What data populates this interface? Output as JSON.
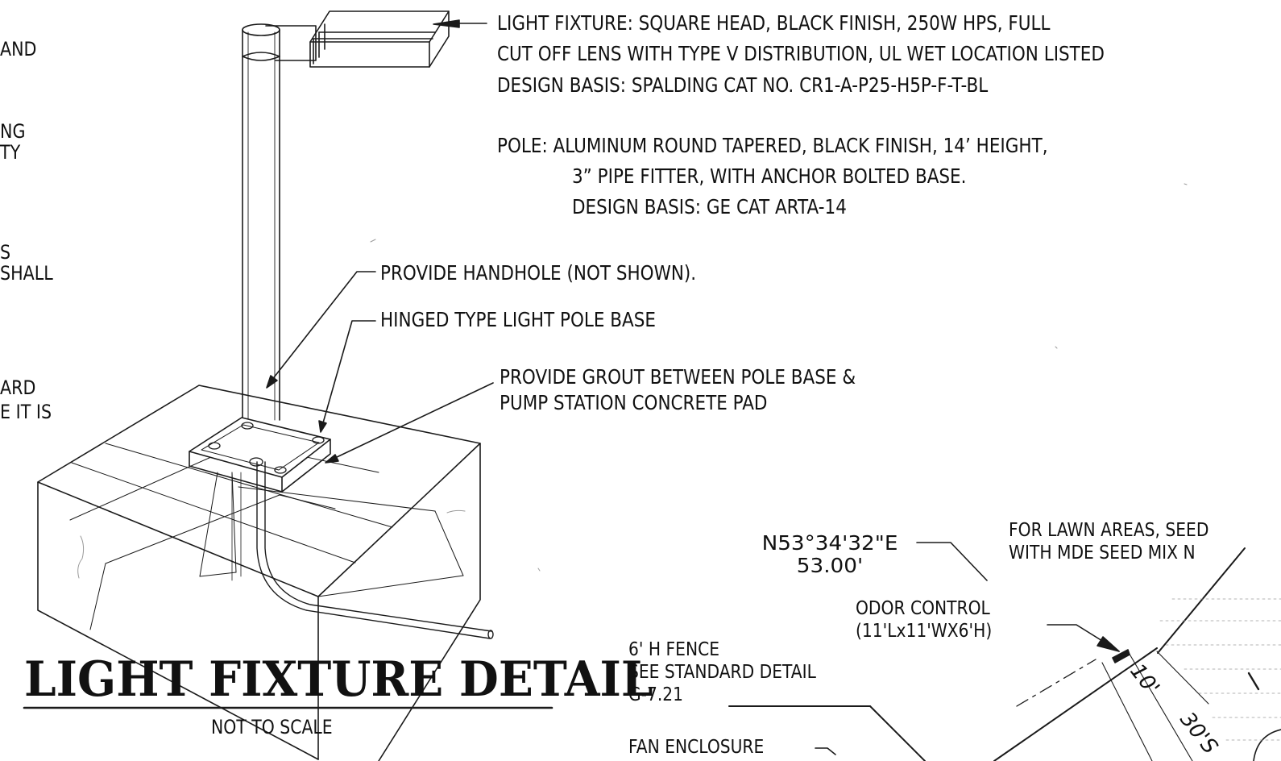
{
  "left_margin_fragments": [
    "AND",
    "NG",
    "TY",
    "S",
    "SHALL",
    "ARD",
    "E IT IS"
  ],
  "notes": {
    "fixture_line1": "LIGHT FIXTURE: SQUARE HEAD, BLACK FINISH, 250W HPS, FULL",
    "fixture_line2": "CUT OFF LENS WITH TYPE V DISTRIBUTION, UL WET LOCATION LISTED",
    "fixture_line3": "DESIGN BASIS: SPALDING CAT NO. CR1-A-P25-H5P-F-T-BL",
    "pole_line1": "POLE: ALUMINUM ROUND TAPERED, BLACK FINISH, 14’ HEIGHT,",
    "pole_line2": "3” PIPE FITTER, WITH ANCHOR BOLTED BASE.",
    "pole_line3": "DESIGN BASIS: GE CAT ARTA-14",
    "handhole": "PROVIDE HANDHOLE (NOT SHOWN).",
    "hinged_base": "HINGED TYPE LIGHT POLE BASE",
    "grout_line1": "PROVIDE GROUT BETWEEN POLE BASE &",
    "grout_line2": "PUMP STATION CONCRETE PAD"
  },
  "detail": {
    "title": "LIGHT FIXTURE DETAIL",
    "scale_note": "NOT TO SCALE"
  },
  "site_plan": {
    "bearing": "N53°34'32\"E",
    "distance": "53.00'",
    "lawn_line1": "FOR LAWN AREAS, SEED",
    "lawn_line2": "WITH MDE SEED MIX N",
    "odor_line1": "ODOR CONTROL",
    "odor_line2": "(11'Lx11'WX6'H)",
    "fence_line1": "6' H FENCE",
    "fence_line2": "SEE STANDARD DETAIL",
    "fence_line3": "G-7.21",
    "fan_enclosure": "FAN ENCLOSURE",
    "dim_10": "10'",
    "dim_30": "30'S"
  },
  "colors": {
    "ink": "#111111",
    "paper": "#ffffff",
    "faint": "#9a9a9a"
  }
}
